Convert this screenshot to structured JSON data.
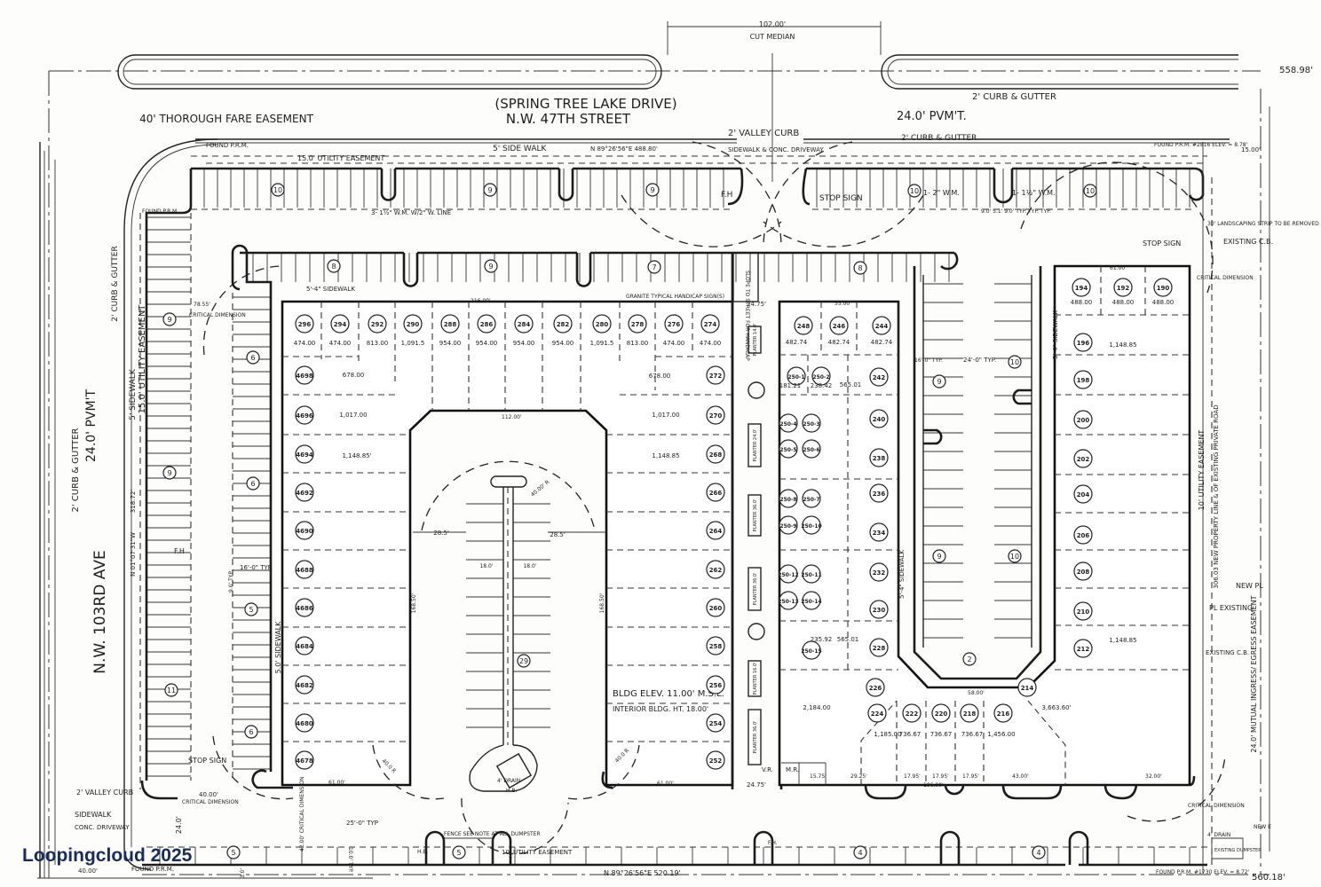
{
  "watermark": "Loopingcloud 2025",
  "labels": {
    "cut_median_dim": "102.00'",
    "cut_median": "CUT MEDIAN",
    "north_total": "558.98'",
    "spring_tree": "(SPRING TREE LAKE DRIVE)",
    "nw47": "N.W. 47TH STREET",
    "thoroughfare": "40' THOROUGH FARE EASEMENT",
    "curb_gutter_top1": "2' CURB & GUTTER",
    "pvmt_top": "24.0' PVM'T.",
    "curb_gutter_top2": "2' CURB & GUTTER",
    "valley_curb_top": "2' VALLEY CURB",
    "sidewalk_driveway": "SIDEWALK & CONC. DRIVEWAY",
    "found_prm_nw": "FOUND P.R.M.",
    "found_prm_nw2": "FOUND P.R.M.",
    "util_easement_top": "15.0' UTILITY EASEMENT",
    "sidewalk_top": "5' SIDE WALK",
    "bearing_north": "N 89°26'56\"E 488.80'",
    "water_meter_left": "3- 1½\" W.M. W/2\" W. LINE",
    "fh_top": "F.H",
    "stop_sign_top": "STOP SIGN",
    "wm_right1": "1- 2\" W.M.",
    "wm_right2": "1- 1½\" W.M.",
    "typ_dims": "9.0' 5.1' 9.0' TYP. TYP. TYP.",
    "found_prm_ne": "FOUND P.R.M. #2816 ELEV. = 8.78'",
    "ne_15": "15.00'",
    "landscaping": "30' LANDSCAPING STRIP TO BE REMOVED",
    "stop_sign_ne": "STOP SIGN",
    "existing_cb_ne": "EXISTING C.B.",
    "critical_ne": "CRITICAL DIMENSION",
    "sidewalk_n": "5'-4\" SIDEWALK",
    "dim_216": "216.00'",
    "handicap_sign": "GRANITE TYPICAL HANDICAP SIGN(S)",
    "slope": "SLOPE TO STREET FOR HANDICAP",
    "walk_w_top": "24.75'",
    "walk_w_bot": "24.75'",
    "stall_16": "16'-0\" TYP.",
    "aisle_24": "24'-0\" TYP.",
    "sidewalk_inner_r": "5'-4\" SIDEWALK",
    "sidewalk_inner_l": "5'-4\" SIDEWALK",
    "util_east": "10' UTILITY EASEMENT",
    "new_property_line": "306.03 NEW PROPERTY LINE & OF EXISTING PRIVATE ROAD",
    "new_pl": "NEW PL",
    "existing_pl": "PL EXISTING",
    "existing_cb_e": "EXISTING C.B.",
    "mutual_ingress": "24.0' MUTUAL INGRESS/ EGRESS EASEMENT",
    "critical_se": "CRITICAL DIMENSION",
    "drain_se": "4' DRAIN",
    "new_e": "NEW E",
    "existing_dumpster": "EXISTING DUMPSTER",
    "found_prm_se": "FOUND P.R.M. #1730 ELEV. = 8.72'",
    "south_total": "560.18'",
    "bearing_south": "N 89°26'56\"E 520.19'",
    "util_south": "10' UTILITY EASEMENT",
    "fence": "FENCE SEE NOTE AT ALL DUMPSTER",
    "hb_south": "H.B.",
    "fh_south": "F.H.",
    "stall_25": "25'-0\" TYP",
    "stall_10": "10.0' TYP.",
    "dim_3": "3.0'",
    "critical_42": "42.00' CRITICAL DIMENSION",
    "found_prm_sw": "FOUND P.R.M.",
    "dim_40_sw": "40.00'",
    "valley_curb_sw": "2' VALLEY CURB",
    "sidewalk_sw": "SIDEWALK",
    "conc_driveway": "CONC. DRIVEWAY",
    "dim_40_crit": "40.00'",
    "critical_sw": "CRITICAL DIMENSION",
    "dim_24_sw": "24.0'",
    "stop_sign_sw": "STOP SIGN",
    "nw103": "N.W. 103RD AVE",
    "pvmt_west": "24.0' PVM'T",
    "curb_gutter_w1": "2' CURB & GUTTER",
    "curb_gutter_w2": "2' CURB & GUTTER",
    "sidewalk_west": "5' SIDEWALK",
    "util_west": "15.0' UTILITY EASEMENT",
    "dim_318": "318.72'",
    "bearing_west": "N 01°07'31\"W",
    "fh_west": "F.H",
    "critical_nw": "CRITICAL DIMENSION",
    "dim_7855": "78.55'",
    "stall_16_w": "16'-0\" TYP.",
    "stall_9_w": "9.0' TYP.",
    "sidewalk_w_bldg": "5.0' SIDEWALK",
    "bldg_elev": "BLDG ELEV. 11.00' M.S.L.",
    "interior_ht": "INTERIOR BLDG. HT. 18.00'",
    "dim_285_l": "28.5'",
    "dim_285_r": "28.5'",
    "dim_18_l": "18.0'",
    "dim_18_r": "18.0'",
    "radius_40": "40.00' R",
    "dim_168_l": "168.50'",
    "dim_168_r": "168.50'",
    "radius_sw": "40.0 R",
    "radius_se": "40.0 R",
    "drain_center": "4' DRAIN",
    "hb_center": "H.B.",
    "dim_112": "112.00'",
    "dim_61_l": "61.00'",
    "dim_61_r": "61.00'",
    "vr": "V.R.",
    "mr": "M.R.",
    "dim_1575": "15.75'",
    "dim_2925": "29.25'",
    "dim_1795_1": "17.95'",
    "dim_1795_2": "17.95'",
    "dim_1795_3": "17.95'",
    "dim_196": "196.00'",
    "dim_43": "43.00'",
    "dim_32": "32.00'",
    "dim_58": "58.00'",
    "dim_55": "55.00'",
    "dim_61_ne": "61.00'",
    "planter_1": "PLANTER 14.0'",
    "planter_2": "PLANTER 24.0'",
    "planter_3": "PLANTER 36.0'",
    "planter_4": "PLANTER 36.0'",
    "planter_5": "PLANTER 16.0'",
    "planter_6": "PLANTER 36.0'"
  },
  "units": [
    "296",
    "294",
    "292",
    "290",
    "288",
    "286",
    "284",
    "282",
    "280",
    "278",
    "276",
    "274",
    "4698",
    "4696",
    "4694",
    "4692",
    "4690",
    "4688",
    "4686",
    "4684",
    "4682",
    "4680",
    "4678",
    "272",
    "270",
    "268",
    "266",
    "264",
    "262",
    "260",
    "258",
    "256",
    "254",
    "252",
    "248",
    "246",
    "244",
    "250-1",
    "250-2",
    "242",
    "250-4",
    "250-3",
    "240",
    "250-5",
    "250-6",
    "238",
    "250-8",
    "250-7",
    "236",
    "250-9",
    "250-10",
    "234",
    "250-12",
    "250-11",
    "232",
    "250-13",
    "250-14",
    "230",
    "250-15",
    "228",
    "226",
    "224",
    "222",
    "220",
    "218",
    "216",
    "214",
    "194",
    "192",
    "190",
    "196",
    "198",
    "200",
    "202",
    "204",
    "206",
    "208",
    "210",
    "212"
  ],
  "areas": [
    "474.00",
    "474.00",
    "813.00",
    "1,091.5",
    "954.00",
    "954.00",
    "954.00",
    "954.00",
    "1,091.5",
    "813.00",
    "474.00",
    "474.00",
    "678.00",
    "678.00",
    "1,017.00",
    "1,017.00",
    "1,148.85'",
    "1,148.85",
    "482.74",
    "482.74",
    "482.74",
    "181.21",
    "238.42",
    "565.01",
    "235.92",
    "565.01",
    "2,184.00",
    "1,185.00",
    "736.67",
    "736.67",
    "736.67",
    "1,456.00",
    "3,663.60'",
    "488.00",
    "488.00",
    "488.00",
    "1,148.85",
    "1,148.85"
  ],
  "parking_counts": [
    "10",
    "9",
    "9",
    "10",
    "10",
    "8",
    "9",
    "7",
    "8",
    "9",
    "9",
    "11",
    "6",
    "6",
    "5",
    "6",
    "10",
    "9",
    "9",
    "10",
    "2",
    "29",
    "5",
    "5",
    "4",
    "4"
  ]
}
